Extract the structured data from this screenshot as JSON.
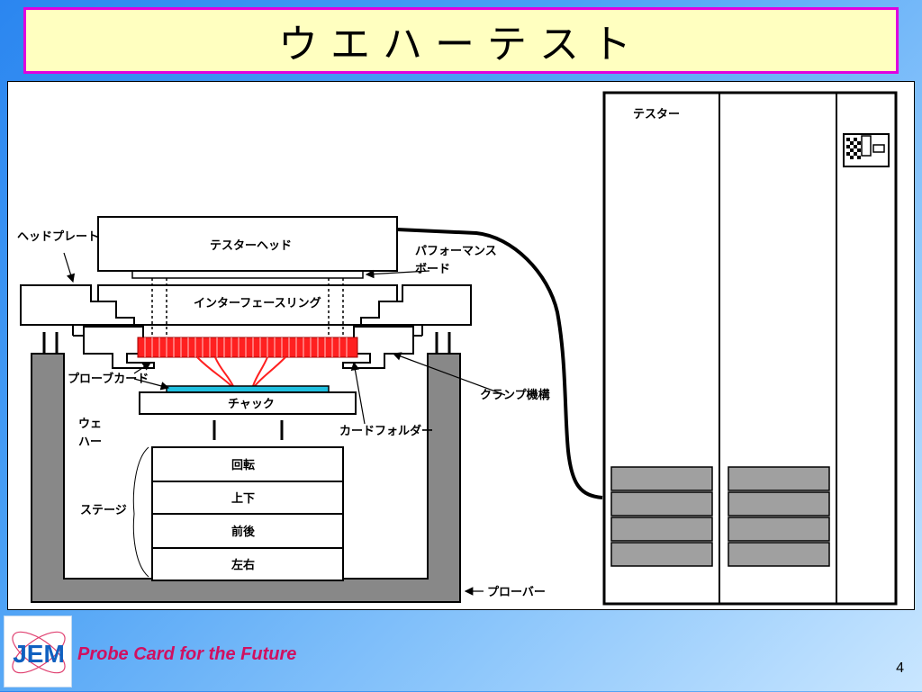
{
  "slide": {
    "title": "ウエハーテスト",
    "page_number": "4"
  },
  "labels": {
    "tester": "テスター",
    "tester_head": "テスターヘッド",
    "head_plate": "ヘッドプレート",
    "performance_board_1": "パフォーマンス",
    "performance_board_2": "ボード",
    "interface_ring": "インターフェースリング",
    "probe_card": "プローブカード",
    "clamp": "クランプ機構",
    "chuck": "チャック",
    "wafer_1": "ウェ",
    "wafer_2": "ハー",
    "card_holder": "カードフォルダー",
    "stage": "ステージ",
    "stage_rotate": "回転",
    "stage_updown": "上下",
    "stage_frontback": "前後",
    "stage_leftright": "左右",
    "prober": "プローバー"
  },
  "footer": {
    "logo_text": "JEM",
    "tagline": "Probe Card for the Future"
  },
  "colors": {
    "title_bg": "#ffffc0",
    "title_border": "#e000e0",
    "probe_red": "#ff2020",
    "wafer_cyan": "#20c0e0",
    "prober_gray": "#888888",
    "tagline": "#d01060"
  }
}
